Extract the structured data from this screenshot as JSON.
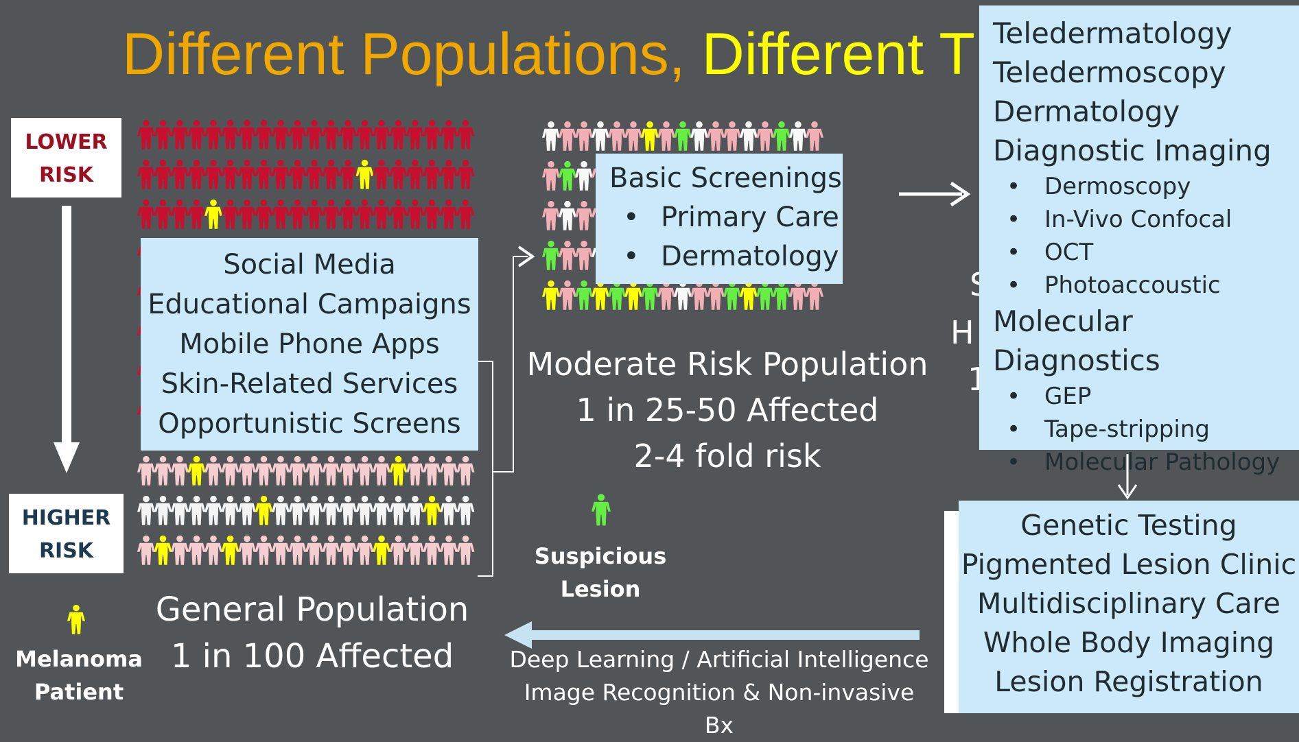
{
  "title": {
    "part1": "Different Populations, ",
    "part2": "Different T"
  },
  "risk_scale": {
    "lower": [
      "LOWER",
      "RISK"
    ],
    "higher": [
      "HIGHER",
      "RISK"
    ]
  },
  "general_population": {
    "box_items": [
      "Social Media",
      "Educational Campaigns",
      "Mobile Phone Apps",
      "Skin-Related Services",
      "Opportunistic Screens"
    ],
    "caption": [
      "General Population",
      "1 in 100 Affected"
    ]
  },
  "moderate_population": {
    "box_title": "Basic Screenings",
    "box_items": [
      "Primary Care",
      "Dermatology"
    ],
    "caption": [
      "Moderate Risk Population",
      "1 in 25-50 Affected",
      "2-4 fold risk"
    ]
  },
  "high_risk_partial": [
    "S",
    "H",
    "1"
  ],
  "tools": {
    "top_items": [
      "Teledermatology",
      "Teledermoscopy",
      "Dermatology",
      "Diagnostic Imaging"
    ],
    "imaging_items": [
      "Dermoscopy",
      "In-Vivo Confocal",
      "OCT",
      "Photoaccoustic"
    ],
    "molecular_title": "Molecular Diagnostics",
    "molecular_items": [
      "GEP",
      "Tape-stripping",
      "Molecular Pathology"
    ]
  },
  "specialty_box": [
    "Genetic Testing",
    "Pigmented Lesion Clinic",
    "Multidisciplinary Care",
    "Whole Body Imaging",
    "Lesion Registration"
  ],
  "ai_caption": [
    "Deep Learning / Artificial Intelligence",
    "Image Recognition & Non-invasive Bx"
  ],
  "legend": {
    "melanoma": [
      "Melanoma",
      "Patient"
    ],
    "suspicious": [
      "Suspicious",
      "Lesion"
    ]
  },
  "colors": {
    "high_risk_figure": "#c8102e",
    "general_figure": "#f6cdd0",
    "moderate_figure": "#f2b0b6",
    "melanoma": "#ffff00",
    "suspicious": "#66ee44",
    "light_blue": "#cce9f9"
  }
}
